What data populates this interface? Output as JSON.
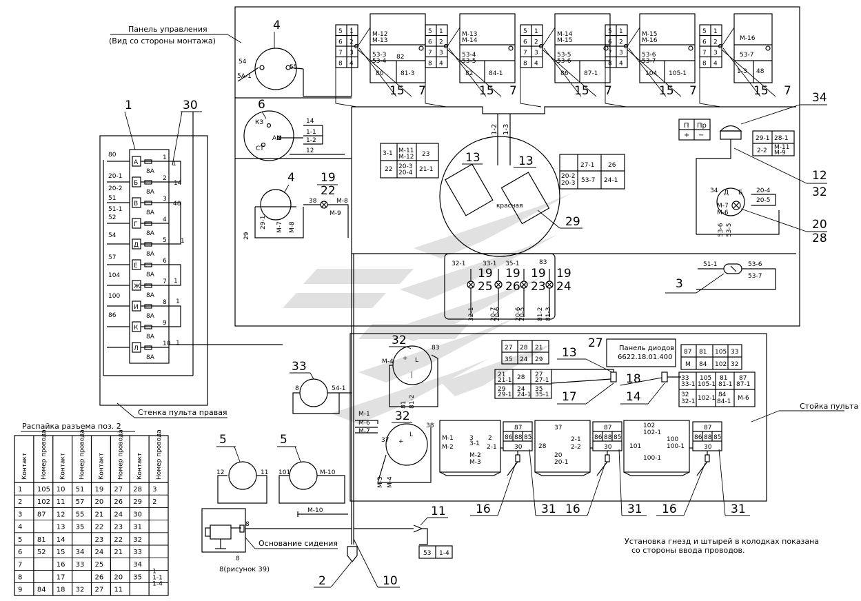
{
  "labels": {
    "control_panel": "Панель управления",
    "control_panel_view": "(Вид со стороны монтажа)",
    "right_wall": "Стенка пульта правая",
    "console_rack": "Стойка пульта",
    "seat_base": "Основание сидения",
    "diode_panel": "Панель диодов",
    "diode_panel_code": "6622.18.01.400",
    "red": "красная",
    "picture_ref": "8(рисунок 39)",
    "note_line1": "Установка гнезд и штырей в колодках показана",
    "note_line2": "со стороны ввода проводов."
  },
  "callouts": {
    "n1": "1",
    "n2": "2",
    "n3": "3",
    "n4": "4",
    "n5": "5",
    "n6": "6",
    "n7": "7",
    "n8": "8",
    "n10": "10",
    "n11": "11",
    "n12": "12",
    "n13": "13",
    "n14": "14",
    "n15": "15",
    "n16": "16",
    "n17": "17",
    "n18": "18",
    "n19": "19",
    "n20": "20",
    "n22": "22",
    "n23": "23",
    "n24": "24",
    "n25": "25",
    "n26": "26",
    "n27": "27",
    "n28": "28",
    "n29": "29",
    "n30": "30",
    "n31": "31",
    "n32": "32",
    "n33": "33",
    "n34": "34"
  },
  "fuse_block": {
    "letters": [
      "А",
      "Б",
      "В",
      "Г",
      "Д",
      "Е",
      "Ж",
      "И",
      "К",
      "Л"
    ],
    "rating": "8А",
    "left_wires": [
      "80",
      "20-1",
      "20-2",
      "51",
      "51-1",
      "52",
      "54",
      "57",
      "104",
      "100",
      "86"
    ],
    "right_wires": [
      "1",
      "2",
      "3",
      "4",
      "5",
      "6",
      "7",
      "8",
      "9",
      "10"
    ],
    "bus_wires": [
      "1",
      "14",
      "48",
      "1",
      "1",
      "1",
      "1"
    ]
  },
  "pinout_table": {
    "title": "Распайка разъема поз. 2",
    "headers": [
      "Контакт",
      "Номер провода",
      "Контакт",
      "Номер провода",
      "Контакт",
      "Номер провода",
      "Контакт",
      "Номер провода"
    ],
    "rows": [
      [
        "1",
        "105",
        "10",
        "51",
        "19",
        "27",
        "28",
        "3"
      ],
      [
        "2",
        "102",
        "11",
        "57",
        "20",
        "26",
        "29",
        "2"
      ],
      [
        "3",
        "87",
        "12",
        "55",
        "21",
        "24",
        "30",
        ""
      ],
      [
        "4",
        "",
        "13",
        "35",
        "22",
        "23",
        "31",
        ""
      ],
      [
        "5",
        "81",
        "14",
        "",
        "23",
        "22",
        "32",
        ""
      ],
      [
        "6",
        "52",
        "15",
        "34",
        "24",
        "21",
        "33",
        ""
      ],
      [
        "7",
        "",
        "16",
        "33",
        "25",
        "",
        "34",
        ""
      ],
      [
        "8",
        "",
        "17",
        "",
        "26",
        "20",
        "35",
        "1 / 1-1 / 1-4"
      ],
      [
        "9",
        "84",
        "18",
        "32",
        "27",
        "11",
        "",
        ""
      ]
    ]
  },
  "top_connectors": [
    {
      "pins": [
        "5",
        "1",
        "6",
        "2",
        "7",
        "3",
        "8",
        "4"
      ],
      "block": [
        "М-12",
        "М-13",
        "53-3",
        "53-4",
        "82",
        "80",
        "81-3"
      ]
    },
    {
      "pins": [
        "5",
        "1",
        "6",
        "2",
        "7",
        "3",
        "8",
        "4"
      ],
      "block": [
        "М-13",
        "М-14",
        "53-4",
        "53-5",
        "82",
        "84-1"
      ]
    },
    {
      "pins": [
        "5",
        "1",
        "6",
        "2",
        "7",
        "3",
        "8",
        "4"
      ],
      "block": [
        "М-14",
        "М-15",
        "53-5",
        "53-6",
        "86",
        "87-1"
      ]
    },
    {
      "pins": [
        "5",
        "1",
        "6",
        "2",
        "7",
        "3",
        "8",
        "4"
      ],
      "block": [
        "М-15",
        "М-16",
        "53-6",
        "53-7",
        "104",
        "105-1"
      ]
    },
    {
      "pins": [
        "5",
        "1",
        "6",
        "2",
        "7",
        "3",
        "8",
        "4"
      ],
      "block": [
        "М-16",
        "53-7",
        "1-3",
        "48"
      ]
    }
  ],
  "wires": {
    "w54": "54",
    "w55": "55",
    "w5a1": "5А-1",
    "kz": "КЗ",
    "am": "АМ",
    "st": "СТ",
    "w14": "14",
    "w1_1": "1-1",
    "w1_2": "1-2",
    "w12": "12",
    "w1_2v": "1-2",
    "w1_3v": "1-3",
    "blk_a": [
      "3-1",
      "М-11",
      "М-12",
      "23",
      "22",
      "20-3",
      "20-4",
      "21-1"
    ],
    "blk_b": [
      "27-1",
      "26",
      "20-2",
      "20-3",
      "53-7",
      "24-1"
    ],
    "w38": "38",
    "m8": "М-8",
    "m9": "М-9",
    "w29": "29",
    "w29_1": "29-1",
    "m7": "М-7",
    "p": "П",
    "pr": "Пр",
    "plus": "+",
    "minus": "−",
    "blk_c": [
      "29-1",
      "28-1",
      "2-2",
      "М-11",
      "М-9"
    ],
    "w34": "34",
    "d": "Д",
    "b": "Б",
    "w20_4": "20-4",
    "w20_5": "20-5",
    "m6": "М-6",
    "w53_6": "53-6",
    "w53_5": "53-5",
    "w51_1": "51-1",
    "w53_7": "53-7",
    "lamps": [
      "32-1",
      "33-1",
      "35-1",
      "83"
    ],
    "lamp_bottom": [
      "32-1",
      "20-7",
      "20-6",
      "20-6",
      "20-5",
      "81-2",
      "81-3"
    ],
    "w83": "83",
    "m4": "М-4",
    "w81": "81",
    "w81_2": "81-2",
    "diode_a": [
      "27",
      "28",
      "21",
      "35",
      "24",
      "29"
    ],
    "diode_b": [
      "21",
      "28",
      "27",
      "21-1",
      "27-1",
      "29",
      "24",
      "35",
      "29-1",
      "24-1",
      "35-1"
    ],
    "relay_a": [
      "87",
      "81",
      "105",
      "33",
      "М",
      "84",
      "102",
      "32"
    ],
    "relay_b": [
      "33",
      "33-1",
      "105",
      "105-1",
      "81",
      "81-1",
      "87",
      "87-1",
      "32",
      "32-1",
      "102-1",
      "84",
      "84-1",
      "М-6"
    ],
    "m1": "М-1",
    "m6b": "М-6",
    "m7b": "М-7",
    "w37": "37",
    "m3": "М-3",
    "m4b": "М-4",
    "w8": "8",
    "w54_1": "54-1",
    "w12b": "12",
    "w11": "11",
    "w101": "101",
    "m10": "М-10",
    "m10b": "М-10",
    "rl1": [
      "М-1",
      "3",
      "2",
      "М-2",
      "3-1",
      "2-1",
      "М-2",
      "М-3"
    ],
    "rl2": [
      "37",
      "2-1",
      "2-2",
      "28",
      "20",
      "20-1"
    ],
    "rl3": [
      "102",
      "102-1",
      "100",
      "100-1",
      "101",
      "100-1"
    ],
    "relay_pins": [
      "87",
      "86",
      "88",
      "85",
      "30"
    ],
    "w53": "53",
    "w1_4": "1-4"
  }
}
